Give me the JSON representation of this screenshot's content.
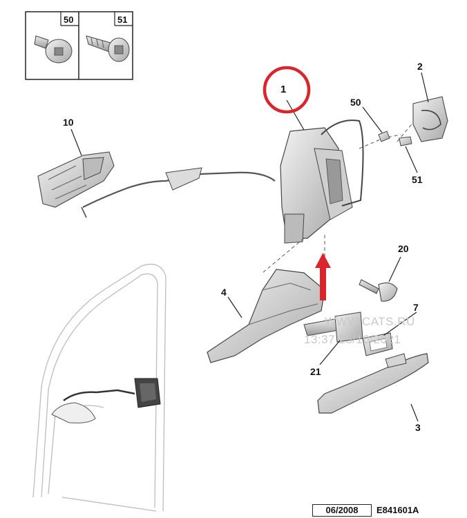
{
  "inset": {
    "labels": [
      "50",
      "51"
    ]
  },
  "callouts": {
    "p1": "1",
    "p2": "2",
    "p3": "3",
    "p4": "4",
    "p7": "7",
    "p10": "10",
    "p20": "20",
    "p21": "21",
    "p50": "50",
    "p51": "51"
  },
  "watermark": {
    "line1": "WWW.CATS.RU",
    "line2": "13:37 25/10/2021"
  },
  "footer": {
    "date": "06/2008",
    "reference": "E841601A"
  },
  "colors": {
    "highlight_circle": "#d8262c",
    "arrow": "#d8262c",
    "line_art": "#333333",
    "part_fill": "#d9d9d9"
  }
}
